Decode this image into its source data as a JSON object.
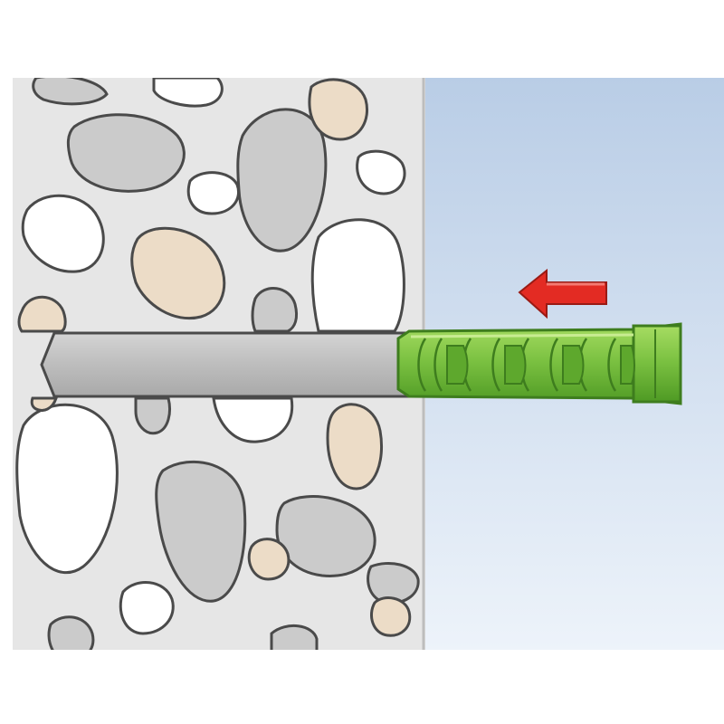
{
  "diagram": {
    "subject": "plug-insertion-into-drilled-hole",
    "colors": {
      "background": "#ffffff",
      "masonry": "#e6e6e6",
      "masonry_outline": "#bdbdbd",
      "stone_gray": "#cbcbcb",
      "stone_white": "#ffffff",
      "stone_tan": "#ecdcc7",
      "stone_outline": "#4a4a4a",
      "sky_top": "#b9cde6",
      "sky_bottom": "#edf3fa",
      "drill_hole": "#bcbcbc",
      "plug_green": "#7cc242",
      "plug_dark": "#3e7d1e",
      "arrow_red": "#e32b23"
    },
    "icons": [
      "drill-hole",
      "wall-plug",
      "insert-direction-arrow"
    ]
  }
}
